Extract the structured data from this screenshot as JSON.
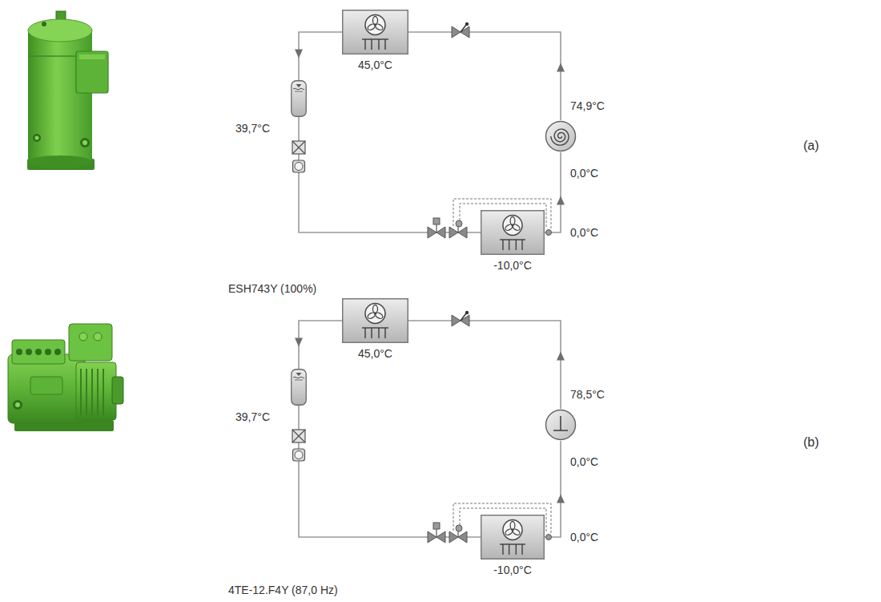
{
  "diagram": {
    "nodes": [
      {
        "text": [
          "45,0°C"
        ]
      },
      {
        "text": [
          "39,7°C"
        ]
      },
      {
        "text": [
          "-10,0°C"
        ]
      },
      {
        "text": [
          "74,9°C"
        ]
      },
      {
        "text": [
          "45,0°C"
        ]
      },
      {
        "text": [
          "39,7°C"
        ]
      },
      {
        "text": [
          "-10,0°C"
        ]
      },
      {
        "text": [
          "78,5°C"
        ]
      }
    ],
    "edges": [
      {
        "from": 0,
        "to": 1,
        "arrow": "to"
      },
      {
        "from": 1,
        "to": 2,
        "arrow": "none"
      },
      {
        "from": 2,
        "to": 3,
        "arrow": "to"
      },
      {
        "from": 3,
        "to": 0,
        "arrow": "to"
      },
      {
        "from": 4,
        "to": 5,
        "arrow": "to"
      },
      {
        "from": 5,
        "to": 6,
        "arrow": "none"
      },
      {
        "from": 6,
        "to": 7,
        "arrow": "to"
      },
      {
        "from": 7,
        "to": 4,
        "arrow": "to"
      }
    ],
    "labels": [
      "0,0°C",
      "0,0°C",
      "ESH743Y (100%)",
      "(a)",
      "0,0°C",
      "0,0°C",
      "4TE-12.F4Y (87,0 Hz)",
      "(b)"
    ]
  }
}
